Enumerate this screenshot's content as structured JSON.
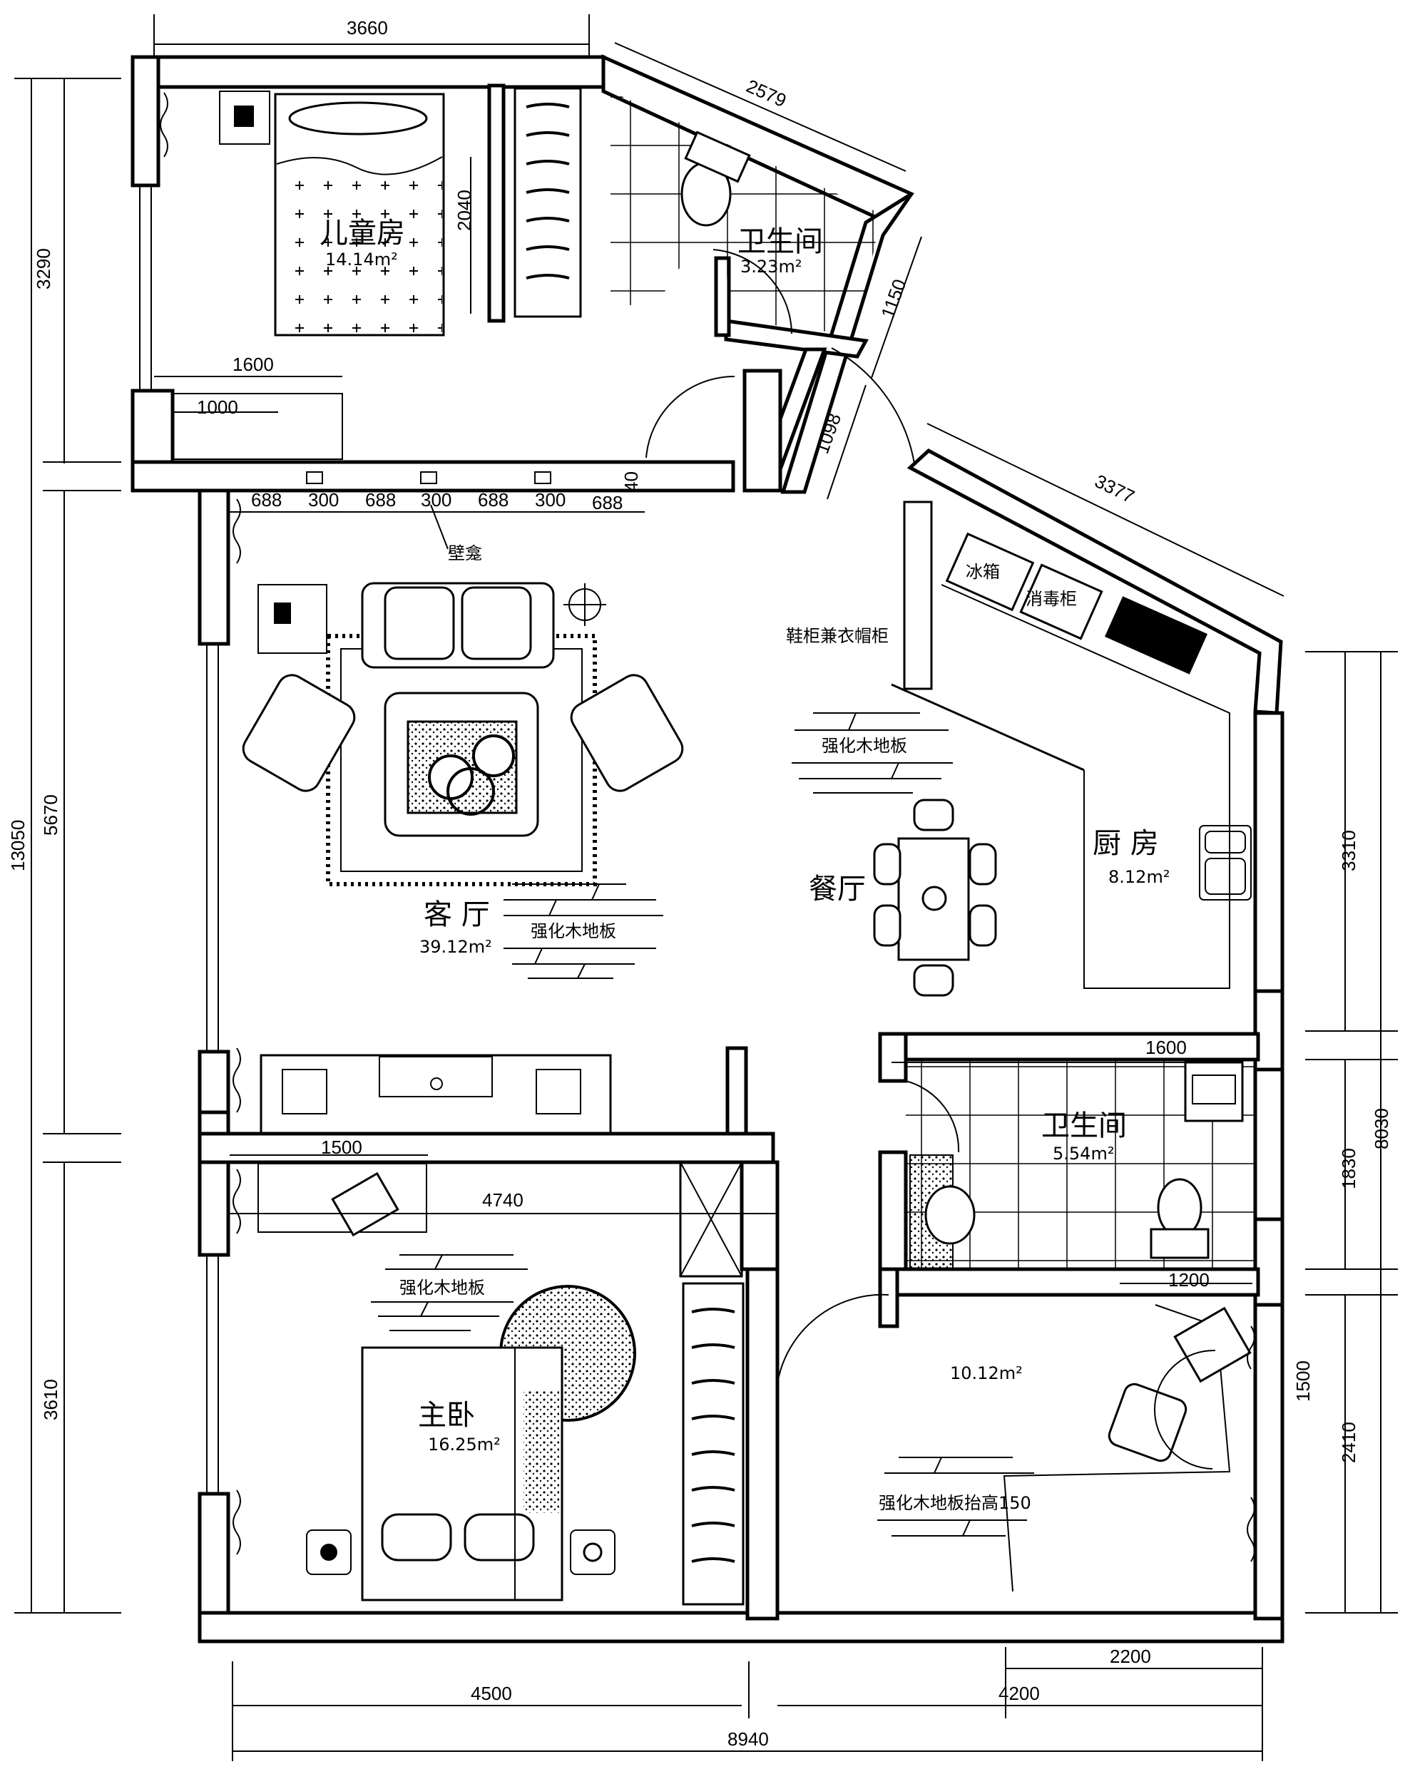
{
  "rooms": {
    "kids_room": {
      "name": "儿童房",
      "area": "14.14m²"
    },
    "bathroom_top": {
      "name": "卫生间",
      "area": "3.23m²"
    },
    "living_room": {
      "name": "客 厅",
      "area": "39.12m²"
    },
    "dining": {
      "name": "餐厅"
    },
    "kitchen": {
      "name": "厨 房",
      "area": "8.12m²"
    },
    "bathroom_mid": {
      "name": "卫生间",
      "area": "5.54m²"
    },
    "master_bedroom": {
      "name": "主卧",
      "area": "16.25m²"
    },
    "study": {
      "area": "10.12m²"
    }
  },
  "labels": {
    "niche": "壁龛",
    "fridge": "冰箱",
    "sterilizer": "消毒柜",
    "shoe_cabinet": "鞋柜兼衣帽柜",
    "floor_kitchen": "强化木地板",
    "floor_living": "强化木地板",
    "floor_master": "强化木地板",
    "floor_study": "强化木地板抬高150"
  },
  "dimensions": {
    "top_width": "3660",
    "bath_diag": "2579",
    "kids_bed_len": "2040",
    "bath_side": "1150",
    "entry_side": "1098",
    "kitchen_diag": "3377",
    "kids_1600": "1600",
    "kids_1000": "1000",
    "niche_688_a": "688",
    "niche_300_a": "300",
    "niche_688_b": "688",
    "niche_300_b": "300",
    "niche_688_c": "688",
    "niche_300_c": "300",
    "niche_688_d": "688",
    "niche_40": "40",
    "left_3290": "3290",
    "left_5670": "5670",
    "left_13050": "13050",
    "left_3610": "3610",
    "right_3310": "3310",
    "right_1830": "1830",
    "right_8030": "8030",
    "right_1500": "1500",
    "right_2410": "2410",
    "bath_1600": "1600",
    "master_1500": "1500",
    "master_4740": "4740",
    "study_1200": "1200",
    "bottom_4500": "4500",
    "bottom_4200": "4200",
    "bottom_2200": "2200",
    "bottom_8940": "8940"
  }
}
